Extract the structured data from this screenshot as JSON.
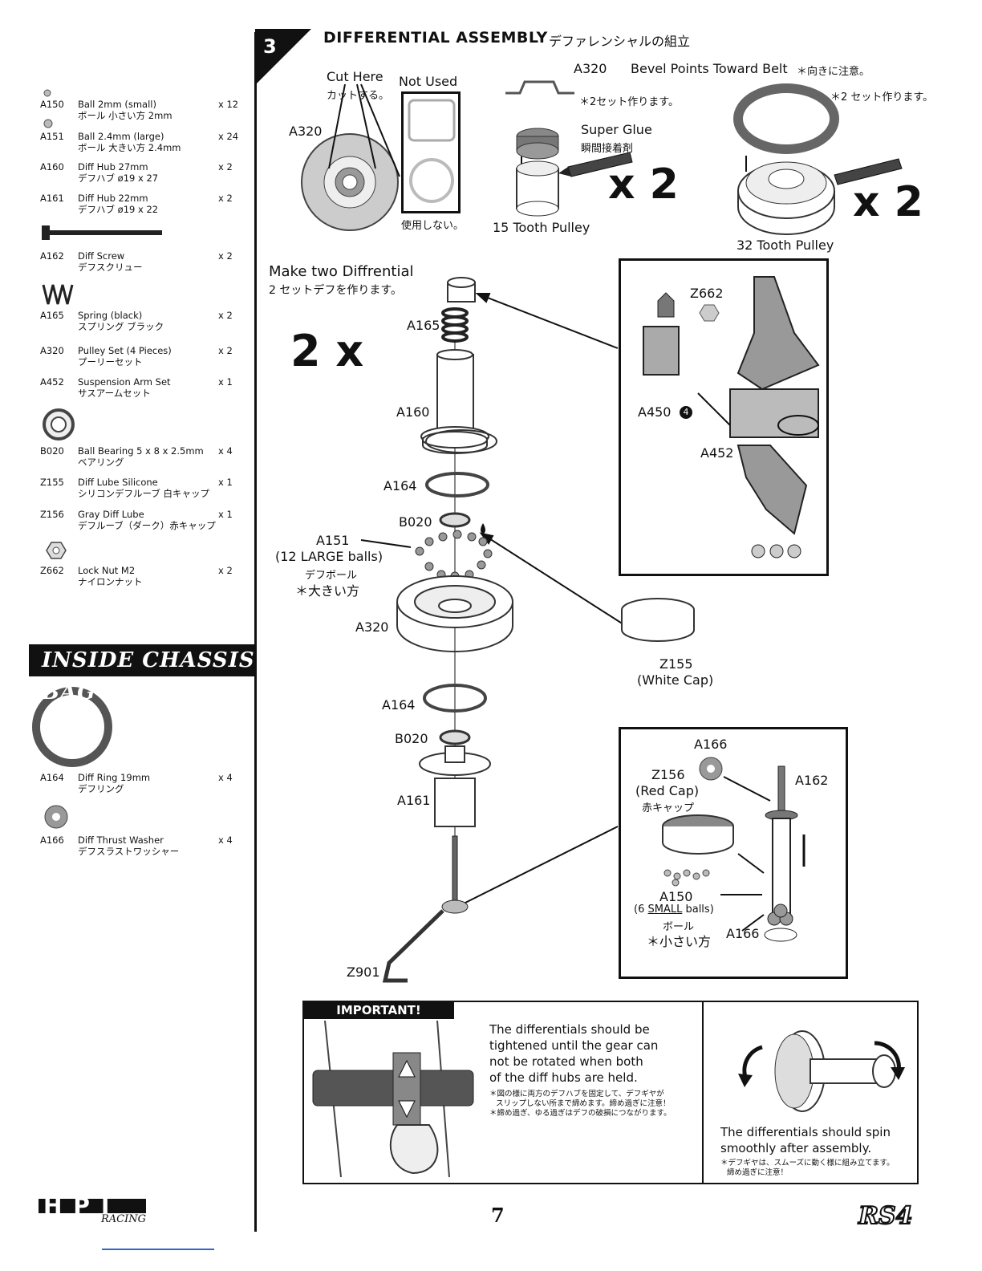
{
  "parts": [
    {
      "code": "A150",
      "name": "Ball 2mm (small)",
      "jp": "ボール 小さい方 2mm",
      "qty": "x 12"
    },
    {
      "code": "A151",
      "name": "Ball 2.4mm (large)",
      "jp": "ボール 大きい方 2.4mm",
      "qty": "x 24"
    },
    {
      "code": "A160",
      "name": "Diff Hub 27mm",
      "jp": "デフハブ ø19 x 27",
      "qty": "x 2"
    },
    {
      "code": "A161",
      "name": "Diff Hub 22mm",
      "jp": "デフハブ ø19 x 22",
      "qty": "x 2"
    },
    {
      "code": "A162",
      "name": "Diff Screw",
      "jp": "デフスクリュー",
      "qty": "x 2"
    },
    {
      "code": "A165",
      "name": "Spring (black)",
      "jp": "スプリング ブラック",
      "qty": "x 2"
    },
    {
      "code": "A320",
      "name": "Pulley Set (4 Pieces)",
      "jp": "プーリーセット",
      "qty": "x 2"
    },
    {
      "code": "A452",
      "name": "Suspension Arm Set",
      "jp": "サスアームセット",
      "qty": "x 1"
    },
    {
      "code": "B020",
      "name": "Ball Bearing 5 x 8 x 2.5mm",
      "jp": "ベアリング",
      "qty": "x 4"
    },
    {
      "code": "Z155",
      "name": "Diff Lube Silicone",
      "jp": "シリコンデフルーブ 白キャップ",
      "qty": "x 1"
    },
    {
      "code": "Z156",
      "name": "Gray Diff Lube",
      "jp": "デフルーブ（ダーク）赤キャップ",
      "qty": "x 1"
    },
    {
      "code": "Z662",
      "name": "Lock Nut M2",
      "jp": "ナイロンナット",
      "qty": "x 2"
    }
  ],
  "chassis_bag": {
    "title": "INSIDE CHASSIS BAG",
    "parts": [
      {
        "code": "A164",
        "name": "Diff Ring 19mm",
        "jp": "デフリング",
        "qty": "x 4"
      },
      {
        "code": "A166",
        "name": "Diff Thrust Washer",
        "jp": "デフスラストワッシャー",
        "qty": "x 4"
      }
    ]
  },
  "step": {
    "number": "3",
    "title": "DIFFERENTIAL ASSEMBLY",
    "title_jp": "デファレンシャルの組立"
  },
  "top_section": {
    "cut_here": "Cut Here",
    "cut_here_jp": "カットする。",
    "not_used": "Not Used",
    "not_used_jp": "使用しない。",
    "a320": "A320",
    "bevel_code": "A320",
    "bevel_text": "Bevel Points Toward Belt",
    "bevel_jp": "＊向きに注意。",
    "two_sets_jp_1": "＊2セット作ります。",
    "two_sets_jp_2": "＊2 セット作ります。",
    "super_glue": "Super Glue",
    "super_glue_jp": "瞬間接着剤",
    "times_2a": "x 2",
    "times_2b": "x 2",
    "pulley_15": "15 Tooth Pulley",
    "pulley_32": "32 Tooth Pulley"
  },
  "main_section": {
    "make_two": "Make two Diffrential",
    "make_two_jp": "2 セットデフを作ります。",
    "two_x": "2 x",
    "labels": {
      "a165": "A165",
      "a160": "A160",
      "a164a": "A164",
      "b020a": "B020",
      "a151": "A151",
      "a151_note": "(12 LARGE balls)",
      "a151_jp1": "デフボール",
      "a151_jp2": "＊大きい方",
      "a320": "A320",
      "a164b": "A164",
      "b020b": "B020",
      "a161": "A161",
      "z901": "Z901",
      "z155": "Z155",
      "z155_note": "(White Cap)"
    }
  },
  "inset_top": {
    "z662": "Z662",
    "a450": "A450",
    "a450_num": "4",
    "a452": "A452"
  },
  "inset_bottom": {
    "a166a": "A166",
    "z156": "Z156",
    "z156_note": "(Red Cap)",
    "z156_jp": "赤キャップ",
    "a162": "A162",
    "a150": "A150",
    "a150_note_pre": "(6 ",
    "a150_note_small": "SMALL",
    "a150_note_post": " balls)",
    "a150_jp1": "ボール",
    "a150_jp2": "＊小さい方",
    "a166b": "A166"
  },
  "important": {
    "header": "IMPORTANT!",
    "text": [
      "The differentials should be",
      "tightened until the gear can",
      "not be rotated when both",
      "of the diff hubs are held."
    ],
    "note1a": "＊図の様に両方のデフハブを固定して、デフギヤが",
    "note1b": "スリップしない所まで締めます。締め過ぎに注意！",
    "note2": "＊締め過ぎ、ゆる過ぎはデフの破損につながります。",
    "spin_text": [
      "The differentials should spin",
      "smoothly after assembly."
    ],
    "spin_note1": "＊デフギヤは、スムーズに動く様に組み立てます。",
    "spin_note2": "締め過ぎに注意！"
  },
  "footer": {
    "page": "7",
    "logo": "HPI",
    "logo_sub": "RACING",
    "brand": "RS4"
  },
  "colors": {
    "ink": "#111111",
    "gray": "#888888",
    "light": "#d9d9d9"
  }
}
